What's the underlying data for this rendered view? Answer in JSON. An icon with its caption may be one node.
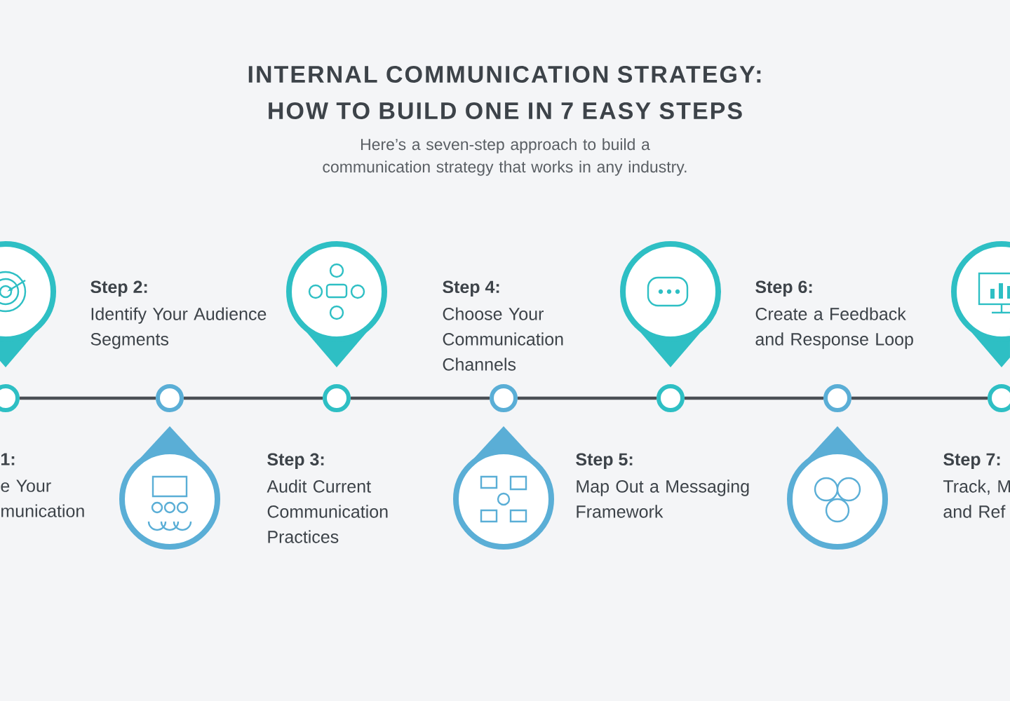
{
  "diagram": {
    "title": "INTERNAL COMMUNICATION STRATEGY: HOW TO BUILD ONE IN 7 EASY STEPS",
    "nodes": [
      {
        "text": [],
        "shape": "circle",
        "beside": [
          "1:",
          "e Your munication"
        ]
      },
      {
        "text": [],
        "shape": "circle",
        "beside": [
          "Step 2:",
          "Identify Your Audience Segments"
        ]
      },
      {
        "text": [],
        "shape": "circle",
        "beside": [
          "Step 3:",
          "Audit Current Communication Practices"
        ]
      },
      {
        "text": [],
        "shape": "circle",
        "beside": [
          "Step 4:",
          "Choose Your Communication Channels"
        ]
      },
      {
        "text": [],
        "shape": "circle",
        "beside": [
          "Step 5:",
          "Map Out a Messaging Framework"
        ]
      },
      {
        "text": [],
        "shape": "circle",
        "beside": [
          "Step 6:",
          "Create a Feedback and Response Loop"
        ]
      },
      {
        "text": [],
        "shape": "circle",
        "beside": [
          "Step 7:",
          "Track, M and Ref"
        ]
      }
    ],
    "edges": [
      {
        "from": 0,
        "to": 1,
        "arrow": "none"
      },
      {
        "from": 1,
        "to": 2,
        "arrow": "none"
      },
      {
        "from": 2,
        "to": 3,
        "arrow": "none"
      },
      {
        "from": 3,
        "to": 4,
        "arrow": "none"
      },
      {
        "from": 4,
        "to": 5,
        "arrow": "none"
      },
      {
        "from": 5,
        "to": 6,
        "arrow": "none"
      }
    ],
    "labels": [
      "Here’s a seven-step approach to build a communication strategy that works in any industry."
    ]
  }
}
